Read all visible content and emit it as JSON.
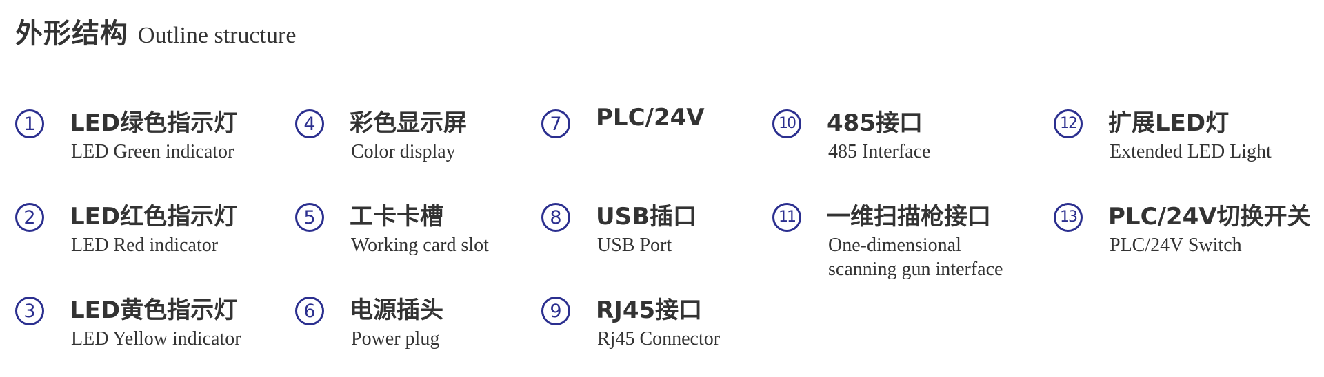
{
  "header": {
    "title_cn": "外形结构",
    "title_en": "Outline structure"
  },
  "items": [
    {
      "num": "1",
      "cn": "LED绿色指示灯",
      "en": "LED Green indicator"
    },
    {
      "num": "2",
      "cn": "LED红色指示灯",
      "en": "LED Red indicator"
    },
    {
      "num": "3",
      "cn": "LED黄色指示灯",
      "en": "LED Yellow indicator"
    },
    {
      "num": "4",
      "cn": "彩色显示屏",
      "en": "Color display"
    },
    {
      "num": "5",
      "cn": "工卡卡槽",
      "en": "Working card slot"
    },
    {
      "num": "6",
      "cn": "电源插头",
      "en": "Power plug"
    },
    {
      "num": "7",
      "cn": "PLC/24V",
      "en": ""
    },
    {
      "num": "8",
      "cn": "USB插口",
      "en": "USB Port"
    },
    {
      "num": "9",
      "cn": "RJ45接口",
      "en": "Rj45 Connector"
    },
    {
      "num": "10",
      "cn": "485接口",
      "en": "485 Interface"
    },
    {
      "num": "11",
      "cn": "一维扫描枪接口",
      "en": "One-dimensional\nscanning gun interface"
    },
    {
      "num": "12",
      "cn": "扩展LED灯",
      "en": "Extended LED Light"
    },
    {
      "num": "13",
      "cn": "PLC/24V切换开关",
      "en": "PLC/24V Switch"
    }
  ],
  "colors": {
    "accent": "#2b2f8f",
    "text": "#333333"
  }
}
